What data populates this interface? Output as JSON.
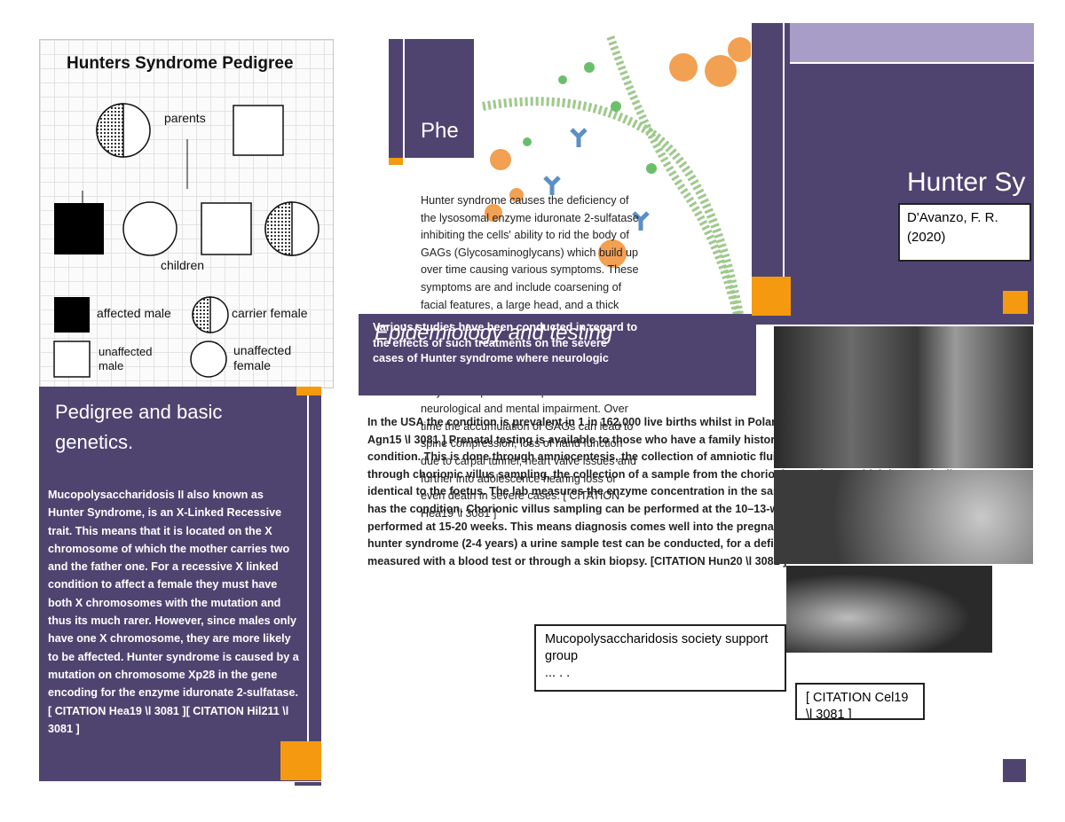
{
  "pedigree": {
    "title": "Hunters Syndrome Pedigree",
    "parents_label": "parents",
    "children_label": "children",
    "legend": {
      "affected_male": "affected male",
      "carrier_female": "carrier female",
      "unaffected_male": "unaffected\nmale",
      "unaffected_female": "unaffected\nfemale"
    }
  },
  "left_panel": {
    "heading": "Pedigree and basic genetics.",
    "body": "Mucopolysaccharidosis II also known as Hunter Syndrome, is an X-Linked Recessive trait. This means that it is located on the X chromosome of which the mother carries two and the father one. For a recessive X linked condition to affect a female they must have both X chromosomes with the mutation and thus its much rarer. However, since males only have one X chromosome, they are more likely to be affected. Hunter syndrome is caused by a mutation on chromosome Xp28 in the gene encoding for the enzyme iduronate 2-sulfatase. [ CITATION Hea19 \\l 3081 ][ CITATION Hil211 \\l 3081 ]"
  },
  "phenotype": {
    "heading": "Phe",
    "body": "Hunter syndrome causes the deficiency of the lysosomal enzyme iduronate 2-sulfatase inhibiting the cells' ability to rid the body of GAGs (Glycosaminoglycans) which build up over time causing various symptoms. These symptoms are and include coarsening of facial features, a large head, and a thick tongue and throat. Many children with the severe form are also known to have developmental delay, behavioral problems and deafness. Patients with the severe form may also experience a spectrum of neurological and mental impairment. Over time the accumulation of GAGs can lead to spine compression, loss of hand function due to carpal tunnel, heart valve issues and further into adolescence hearing loss or even death in severe cases. [ CITATION Hea19 \\l 3081 ]"
  },
  "epidemiology": {
    "heading": "Epidemiology and testing",
    "overlay": "Various studies have been conducted in regard to the effects of such treatments on the severe cases of Hunter syndrome where neurologic",
    "body": "In the USA the condition is prevalent in 1 in 162,000 live births whilst in Poland it's 1 in 138,000 live births. [ CITATION Agn15 \\l 3081 ] Prenatal testing is available to those who have a family history of the condition of a child with the condition. This is done through amniocentesis, the collection of amniotic fluid which surrounds the foetus or through chorionic villus sampling, the collection of a sample from the chorionic membrane which is genetically identical to the foetus. The lab measures the enzyme concentration in the sample to determine whether the foetus has the condition. Chorionic villus sampling can be performed at the 10–13-week stage whilst amniocentesis can be performed at 15-20 weeks. This means diagnosis comes well into the pregnancy. If a child exhibits symptoms of hunter syndrome (2-4 years) a urine sample test can be conducted, for a definitive diagnosis I2S levels can be measured with a blood test or through a skin biopsy. [CITATION Hun20 \\l 3081 ]"
  },
  "cover": {
    "title": "Hunter Sy",
    "author": "D'Avanzo, F. R. (2020)"
  },
  "support_box": {
    "text": "Mucopolysaccharidosis society support group",
    "extra": "... . ."
  },
  "citation_box": {
    "text": "[ CITATION Cel19 \\l 3081 ]"
  },
  "colors": {
    "purple": "#4f4470",
    "lavender": "#a89dc6",
    "orange": "#f59a10"
  }
}
